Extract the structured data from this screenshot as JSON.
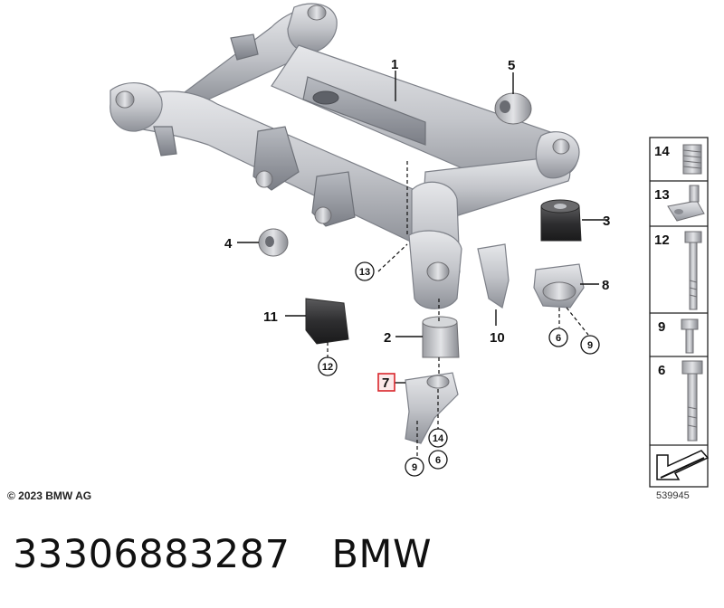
{
  "diagram": {
    "callouts": {
      "c1": "1",
      "c2": "2",
      "c3": "3",
      "c4": "4",
      "c5": "5",
      "c7": "7",
      "c8": "8",
      "c10": "10",
      "c11": "11",
      "r6a": "6",
      "r9a": "9",
      "r12": "12",
      "r13": "13",
      "r14": "14",
      "r9b": "9",
      "r6b": "6"
    },
    "highlighted_callout": "7",
    "highlight_color": "#d9262b"
  },
  "legend": {
    "items": [
      {
        "number": "14",
        "icon": "spring-nut-icon"
      },
      {
        "number": "13",
        "icon": "clip-nut-icon"
      },
      {
        "number": "12",
        "icon": "bolt-icon"
      },
      {
        "number": "9",
        "icon": "short-bolt-icon"
      },
      {
        "number": "6",
        "icon": "long-bolt-icon"
      },
      {
        "number": "",
        "icon": "arrow-indicator-icon"
      }
    ]
  },
  "copyright": "© 2023 BMW AG",
  "diagram_number": "539945",
  "part_number": "33306883287",
  "brand": "BMW"
}
